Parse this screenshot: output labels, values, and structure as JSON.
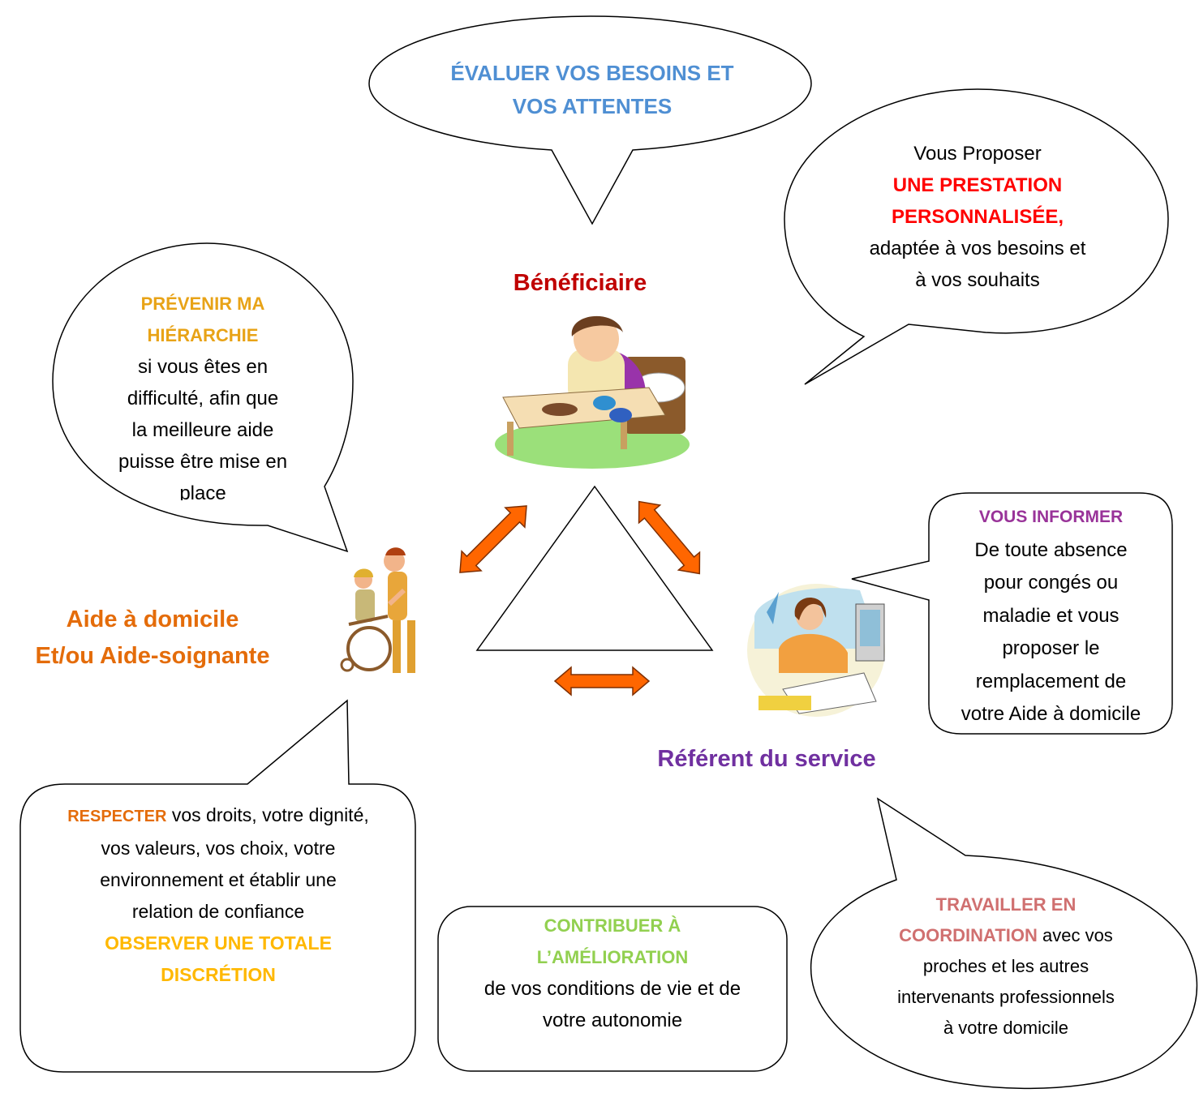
{
  "colors": {
    "blue": "#4f8fd3",
    "red": "#ff0000",
    "dark_red": "#c00000",
    "orange": "#e46c0a",
    "amber": "#e8a317",
    "gold": "#ffb800",
    "purple": "#7030a0",
    "purple_light": "#993399",
    "lime": "#92d050",
    "rose": "#d07070",
    "arrow_fill": "#ff6600",
    "arrow_stroke": "#7f2f00"
  },
  "roles": {
    "beneficiary": "Bénéficiaire",
    "aide_line1": "Aide à domicile",
    "aide_line2": "Et/ou Aide-soignante",
    "referent": "Référent du service"
  },
  "bubbles": {
    "evaluate": {
      "title_line1": "ÉVALUER VOS BESOINS ET",
      "title_line2": "VOS ATTENTES"
    },
    "propose": {
      "line1": "Vous Proposer",
      "title_line1": "UNE PRESTATION",
      "title_line2": "PERSONNALISÉE,",
      "line2": "adaptée à vos besoins et",
      "line3": "à vos souhaits"
    },
    "prevent": {
      "title_line1": "PRÉVENIR MA",
      "title_line2": "HIÉRARCHIE",
      "line1": "si vous êtes en",
      "line2": "difficulté, afin que",
      "line3": "la meilleure aide",
      "line4": "puisse être mise en",
      "line5": "place"
    },
    "inform": {
      "title": "VOUS INFORMER",
      "line1": "De toute absence",
      "line2": "pour congés ou",
      "line3": "maladie et vous",
      "line4": "proposer le",
      "line5": "remplacement de",
      "line6": "votre Aide à domicile"
    },
    "respect": {
      "title": "RESPECTER",
      "line1_rest": " vos droits, votre dignité,",
      "line2": "vos valeurs,  vos choix, votre",
      "line3": "environnement et établir une",
      "line4": "relation de confiance",
      "title2_line1": "OBSERVER UNE TOTALE",
      "title2_line2": "DISCRÉTION"
    },
    "contribute": {
      "title_line1": "CONTRIBUER À",
      "title_line2": "L’AMÉLIORATION",
      "line1": "de vos conditions de vie et de",
      "line2": "votre autonomie"
    },
    "coordinate": {
      "title_line1": "TRAVAILLER EN",
      "title_line2": "COORDINATION",
      "title2_rest": "  avec vos",
      "line1": "proches et les autres",
      "line2": "intervenants professionnels",
      "line3": "à votre domicile"
    }
  },
  "illustrations": {
    "beneficiary": "patient-in-bed-icon",
    "aide": "caregiver-wheelchair-icon",
    "referent": "office-worker-phone-icon"
  }
}
